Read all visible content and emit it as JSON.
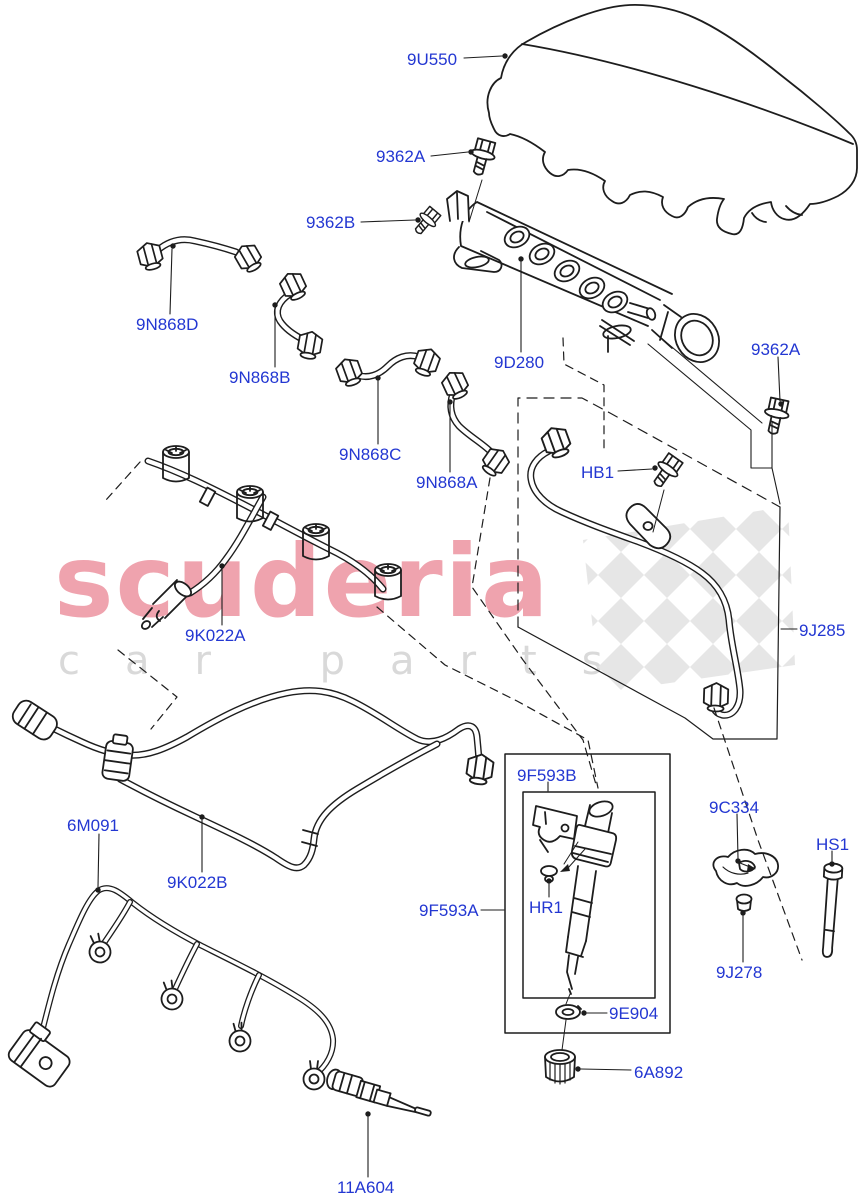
{
  "watermark": {
    "brand": "scuderia",
    "tagline": "car parts"
  },
  "colors": {
    "label_blue": "#2337d2",
    "line_art": "#1d1d1d",
    "watermark_pink": "#efa3ae",
    "watermark_gray": "#d9d9d9",
    "checker_gray": "#e6e6e6"
  },
  "labels": [
    {
      "text": "9U550"
    },
    {
      "text": "9362A"
    },
    {
      "text": "9362B"
    },
    {
      "text": "9N868D"
    },
    {
      "text": "9N868B"
    },
    {
      "text": "9N868C"
    },
    {
      "text": "9N868A"
    },
    {
      "text": "9D280"
    },
    {
      "text": "9362A"
    },
    {
      "text": "HB1"
    },
    {
      "text": "9J285"
    },
    {
      "text": "9K022A"
    },
    {
      "text": "6M091"
    },
    {
      "text": "9K022B"
    },
    {
      "text": "9F593B"
    },
    {
      "text": "9F593A"
    },
    {
      "text": "HR1"
    },
    {
      "text": "9C334"
    },
    {
      "text": "HS1"
    },
    {
      "text": "9J278"
    },
    {
      "text": "9E904"
    },
    {
      "text": "6A892"
    },
    {
      "text": "11A604"
    }
  ]
}
